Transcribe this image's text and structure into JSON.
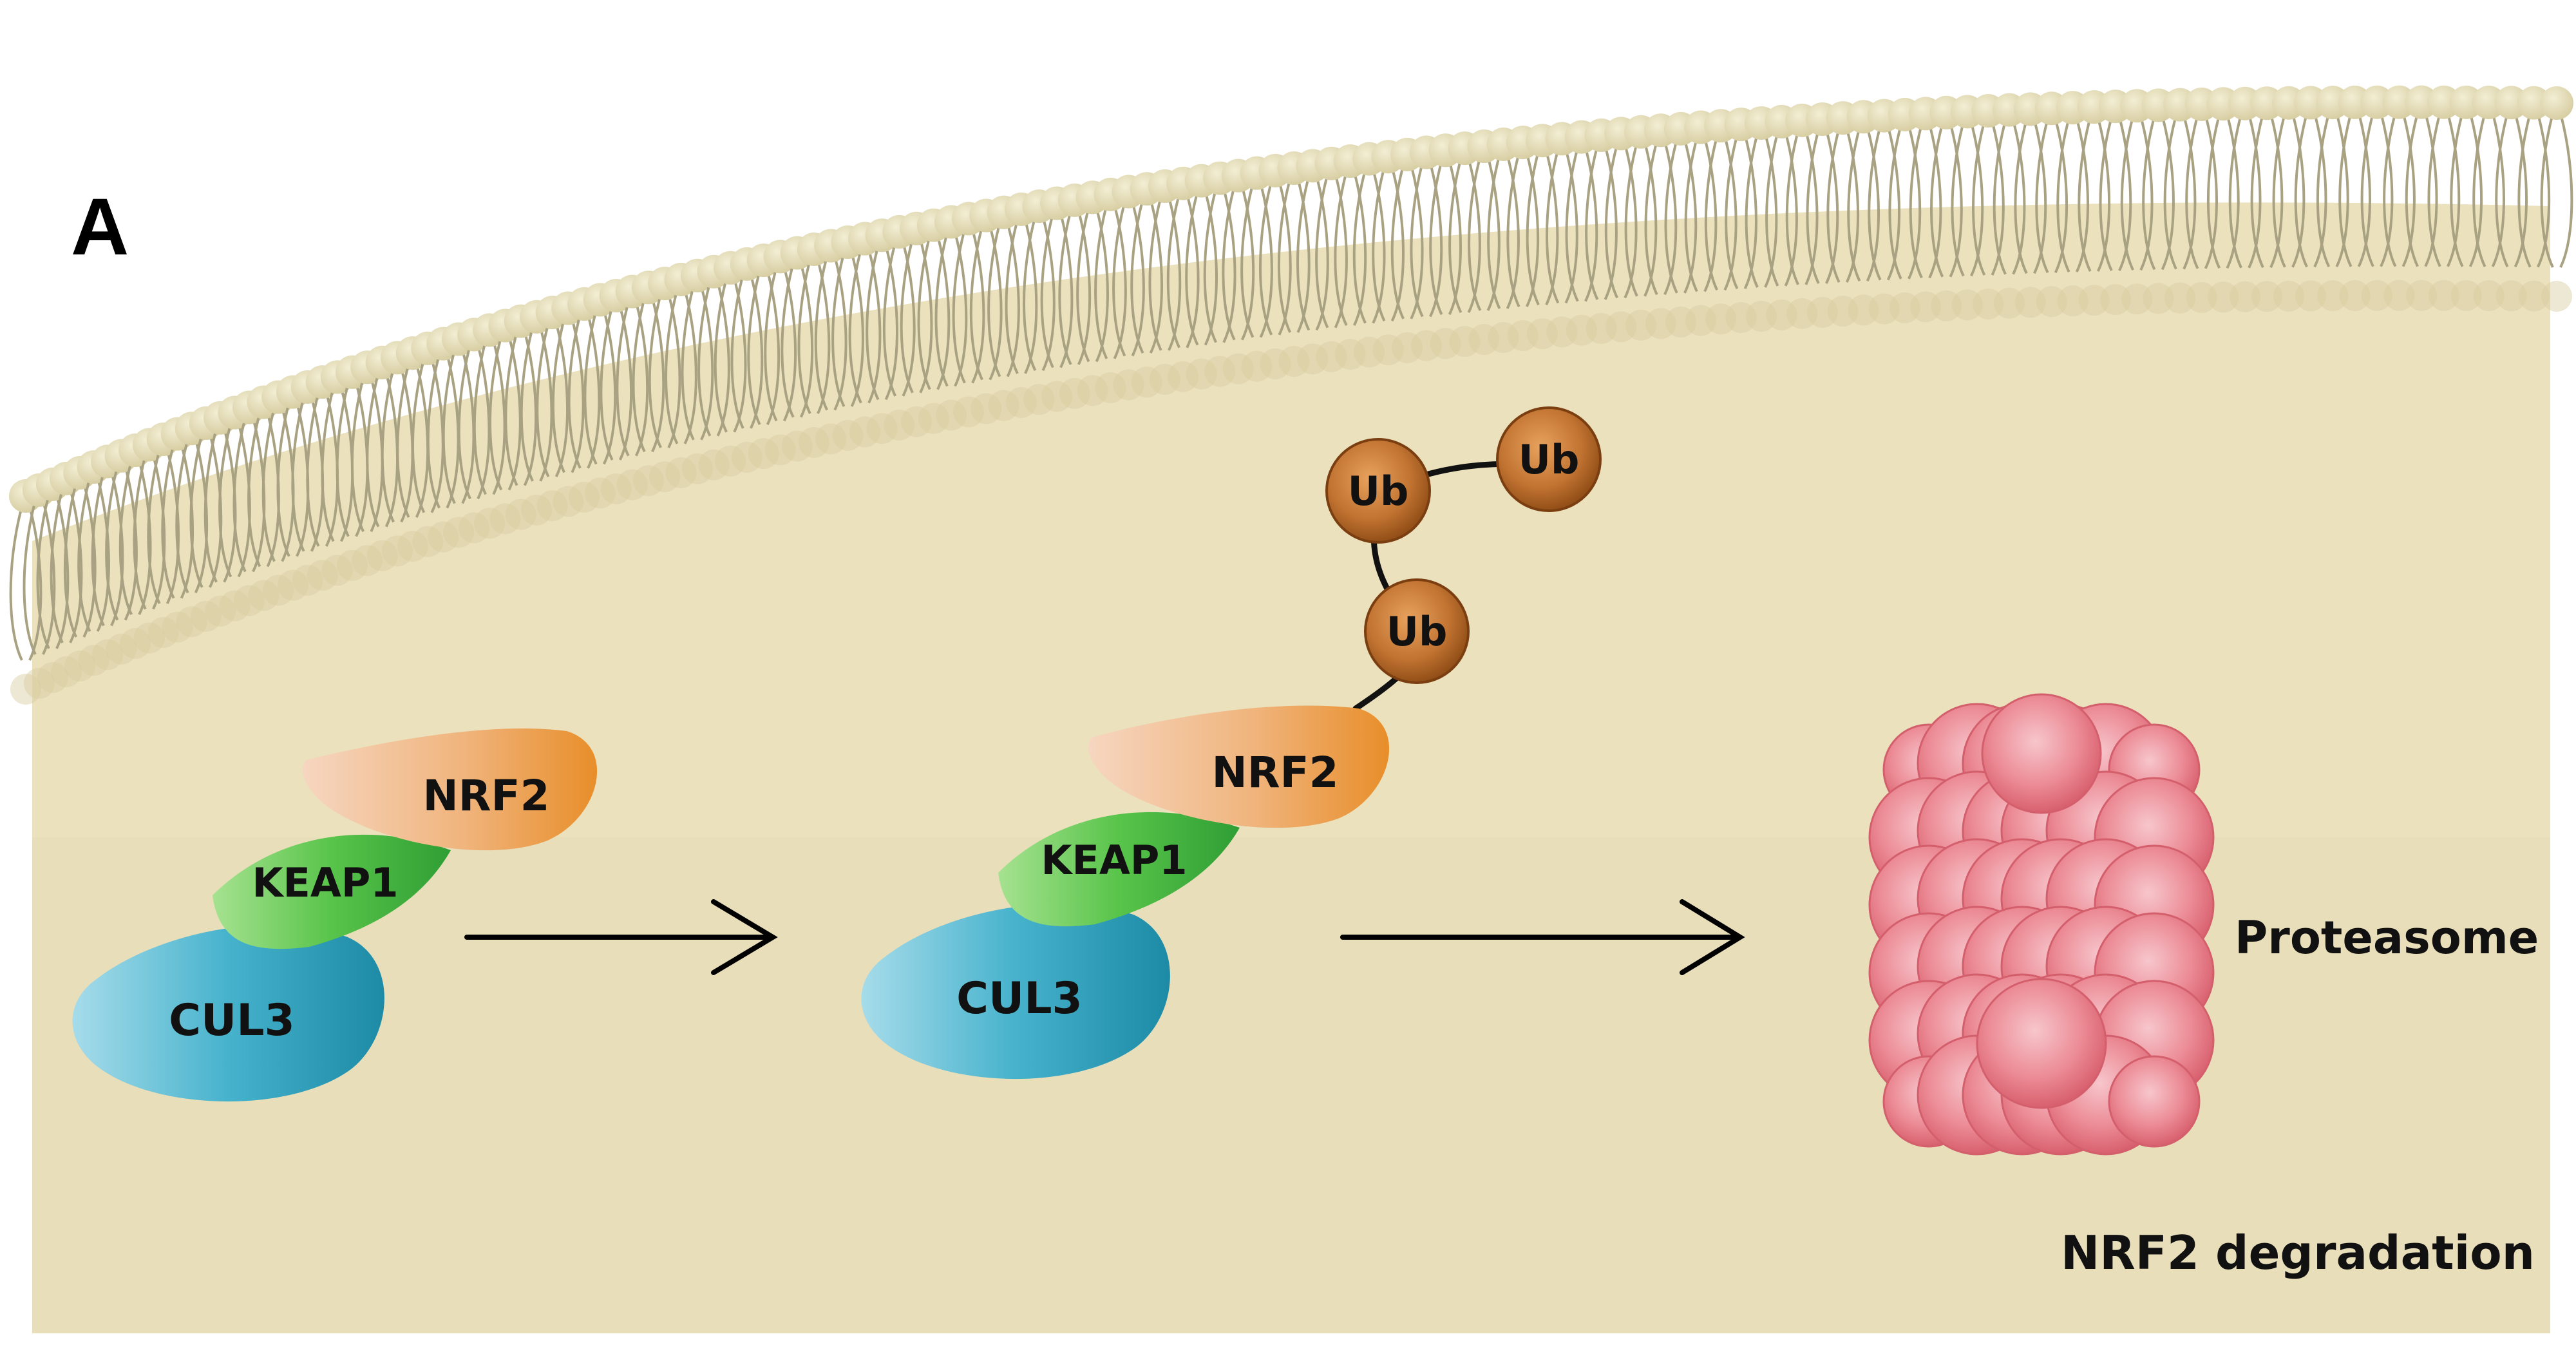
{
  "panel_label": "A",
  "colors": {
    "background": "#ffffff",
    "cytoplasm": "#ebe1bd",
    "membrane_head": "#e0d8b0",
    "membrane_tail": "#a8a080",
    "nrf2": "#eea560",
    "keap1": "#5cbf4c",
    "cul3": "#46b2cc",
    "ubiquitin": "#b3621f",
    "proteasome": "#e86e7c",
    "arrow": "#000000"
  },
  "complex_1": {
    "nrf2": "NRF2",
    "keap1": "KEAP1",
    "cul3": "CUL3"
  },
  "complex_2": {
    "nrf2": "NRF2",
    "keap1": "KEAP1",
    "cul3": "CUL3"
  },
  "ubiquitin_chain": [
    "Ub",
    "Ub",
    "Ub"
  ],
  "proteasome_label": "Proteasome",
  "outcome_label": "NRF2 degradation",
  "icons": {
    "arrow_1": "right-arrow-icon",
    "arrow_2": "right-arrow-icon",
    "proteasome": "proteasome-icon"
  }
}
